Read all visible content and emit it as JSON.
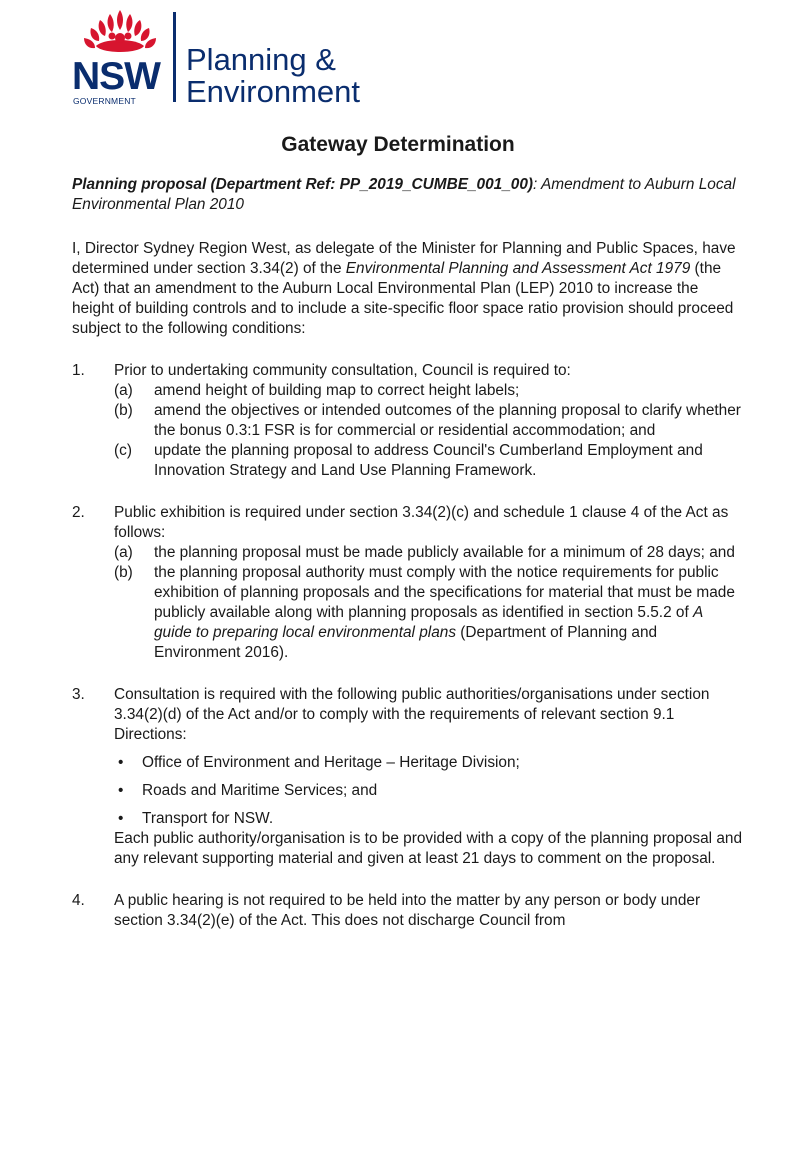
{
  "logo": {
    "nsw": "NSW",
    "government": "GOVERNMENT",
    "planning": "Planning",
    "amp": "&",
    "environment": "Environment",
    "colors": {
      "navy": "#0a2d6e",
      "red": "#d7152f"
    }
  },
  "title": "Gateway Determination",
  "proposal": {
    "bold": "Planning proposal (Department Ref: PP_2019_CUMBE_001_00)",
    "rest": ": Amendment to Auburn Local Environmental Plan 2010"
  },
  "intro": {
    "part1": "I, Director Sydney Region West, as delegate of the Minister for Planning and Public Spaces, have determined under section 3.34(2) of the ",
    "act": "Environmental Planning and Assessment Act 1979",
    "part2": " (the Act) that an amendment to the Auburn Local Environmental Plan (LEP) 2010 to increase the height of building controls and to include a site-specific floor space ratio provision should proceed subject to the following conditions:"
  },
  "conditions": [
    {
      "num": "1.",
      "text": "Prior to undertaking community consultation, Council is required to:",
      "subs": [
        {
          "letter": "(a)",
          "text": "amend height of building map to correct height labels;"
        },
        {
          "letter": "(b)",
          "text": "amend the objectives or intended outcomes of the planning proposal to clarify whether the bonus 0.3:1 FSR is for commercial or residential accommodation; and"
        },
        {
          "letter": "(c)",
          "text": "update the planning proposal to address Council's Cumberland Employment and Innovation Strategy and Land Use Planning Framework."
        }
      ]
    },
    {
      "num": "2.",
      "text": "Public exhibition is required under section 3.34(2)(c) and schedule 1 clause 4 of the Act as follows:",
      "subs": [
        {
          "letter": "(a)",
          "text": "the planning proposal must be made publicly available for a minimum of 28 days; and"
        },
        {
          "letter": "(b)",
          "text": "the planning proposal authority must comply with the notice requirements for public exhibition of planning proposals and the specifications for material that must be made publicly available along with planning proposals as identified in section 5.5.2 of ",
          "italic": "A guide to preparing local environmental plans",
          "tail": " (Department of Planning and Environment 2016)."
        }
      ]
    },
    {
      "num": "3.",
      "text": "Consultation is required with the following public authorities/organisations under section 3.34(2)(d) of the Act and/or to comply with the requirements of relevant section 9.1 Directions:",
      "bullets": [
        "Office of Environment and Heritage – Heritage Division;",
        "Roads and Maritime Services; and",
        "Transport for NSW."
      ],
      "after": "Each public authority/organisation is to be provided with a copy of the planning proposal and any relevant supporting material and given at least 21 days to comment on the proposal."
    },
    {
      "num": "4.",
      "text": "A public hearing is not required to be held into the matter by any person or body under section 3.34(2)(e) of the Act. This does not discharge Council from"
    }
  ]
}
